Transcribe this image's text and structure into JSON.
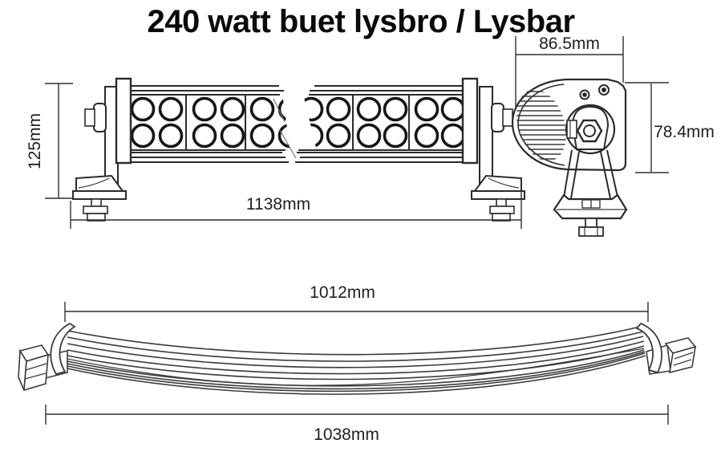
{
  "title": "240 watt buet lysbro / Lysbar",
  "views": {
    "front": {
      "label": "front-view-with-brackets",
      "dim_height": "125mm",
      "dim_width": "1138mm",
      "led_rows": 2,
      "led_radius": 13.5,
      "led_row_y": [
        136,
        169
      ],
      "led_left_column_x": [
        178,
        213,
        255,
        290,
        327,
        362
      ],
      "led_right_column_x": [
        388,
        422,
        460,
        493,
        532,
        565
      ]
    },
    "side": {
      "label": "side-profile-view",
      "dim_width": "86.5mm",
      "dim_height": "78.4mm"
    },
    "curved": {
      "label": "curved-bar-view",
      "dim_inner": "1012mm",
      "dim_outer": "1038mm"
    }
  },
  "colors": {
    "background": "#ffffff",
    "line": "#2b2b2b",
    "text": "#1f1f1f"
  }
}
